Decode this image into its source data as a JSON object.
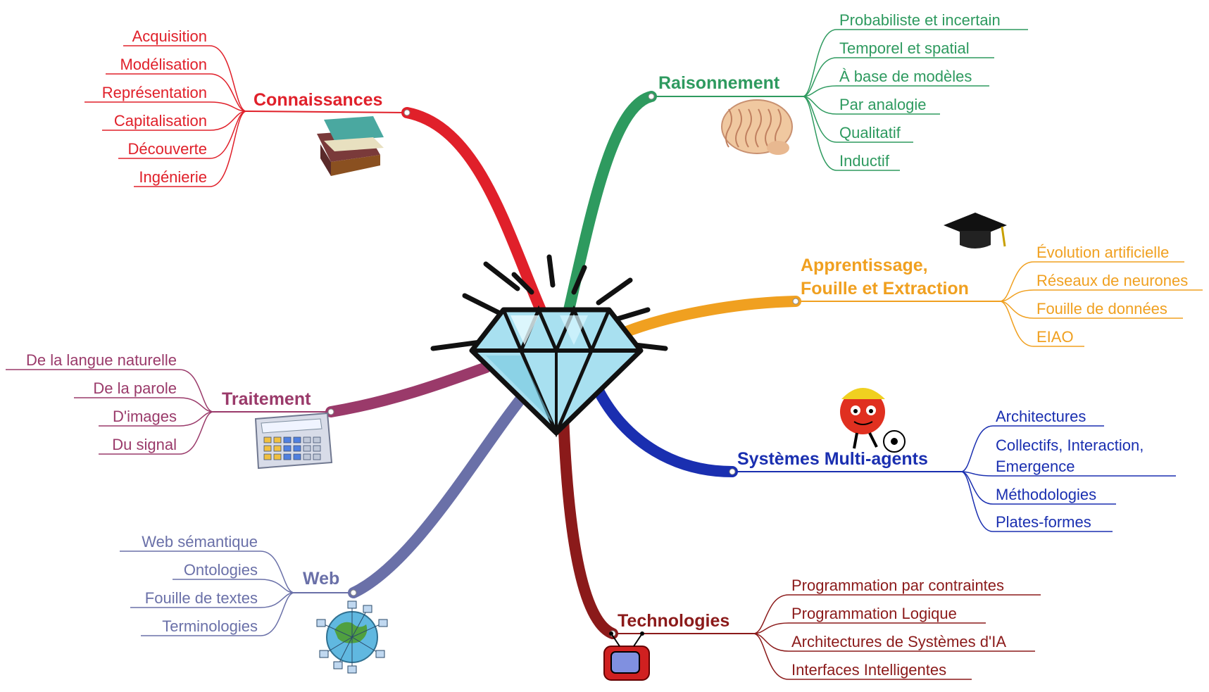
{
  "center": {
    "icon": "diamond-icon"
  },
  "branches": [
    {
      "id": "connaissances",
      "title_lines": [
        "Connaissances"
      ],
      "color": "#e0202a",
      "icon": "books-icon",
      "leaves": [
        "Acquisition",
        "Modélisation",
        "Représentation",
        "Capitalisation",
        "Découverte",
        "Ingénierie"
      ]
    },
    {
      "id": "raisonnement",
      "title_lines": [
        "Raisonnement"
      ],
      "color": "#2e9a5f",
      "icon": "brain-icon",
      "leaves": [
        "Probabiliste et incertain",
        "Temporel et spatial",
        "À base de modèles",
        "Par analogie",
        "Qualitatif",
        "Inductif"
      ]
    },
    {
      "id": "apprentissage",
      "title_lines": [
        "Apprentissage,",
        "Fouille et Extraction"
      ],
      "color": "#f0a020",
      "icon": "graduation-cap-icon",
      "leaves": [
        "Évolution artificielle",
        "Réseaux de neurones",
        "Fouille de données",
        "EIAO"
      ]
    },
    {
      "id": "sma",
      "title_lines": [
        "Systèmes Multi-agents"
      ],
      "color": "#1a2fb0",
      "icon": "robot-soccer-icon",
      "leaves": [
        [
          "Architectures"
        ],
        [
          "Collectifs, Interaction,",
          "Emergence"
        ],
        [
          "Méthodologies"
        ],
        [
          "Plates-formes"
        ]
      ]
    },
    {
      "id": "technologies",
      "title_lines": [
        "Technologies"
      ],
      "color": "#8b1a1a",
      "icon": "tv-icon",
      "leaves": [
        "Programmation par contraintes",
        "Programmation Logique",
        "Architectures de Systèmes d'IA",
        "Interfaces Intelligentes"
      ]
    },
    {
      "id": "web",
      "title_lines": [
        "Web"
      ],
      "color": "#6a70a8",
      "icon": "globe-network-icon",
      "leaves": [
        "Web sémantique",
        "Ontologies",
        "Fouille de textes",
        "Terminologies"
      ]
    },
    {
      "id": "traitement",
      "title_lines": [
        "Traitement"
      ],
      "color": "#9a3a6a",
      "icon": "calculator-icon",
      "leaves": [
        "De la langue naturelle",
        "De la parole",
        "D'images",
        "Du signal"
      ]
    }
  ]
}
